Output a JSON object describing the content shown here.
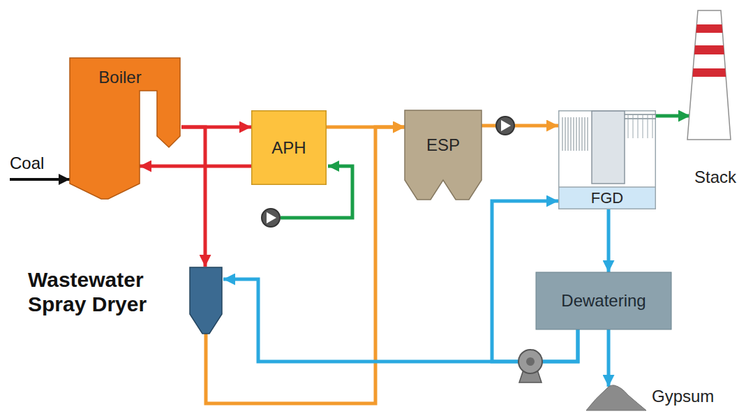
{
  "diagram": {
    "nodes": [
      {
        "text": [
          "Boiler"
        ]
      },
      {
        "text": [
          "APH"
        ]
      },
      {
        "text": [
          "ESP"
        ]
      },
      {
        "text": [
          "FGD"
        ]
      },
      {
        "text": [
          "Dewatering"
        ]
      },
      {
        "text": [
          "Wastewater Spray Dryer"
        ]
      },
      {
        "text": [
          "Stack"
        ]
      },
      {
        "text": [
          "Gypsum"
        ]
      }
    ],
    "edges": [
      {
        "from": 0,
        "to": 1,
        "arrow": "to"
      },
      {
        "from": 1,
        "to": 0,
        "arrow": "to"
      },
      {
        "from": 0,
        "to": 5,
        "arrow": "to"
      },
      {
        "from": 1,
        "to": 2,
        "arrow": "to"
      },
      {
        "from": 5,
        "to": 2,
        "arrow": "to"
      },
      {
        "from": 2,
        "to": 3,
        "arrow": "to"
      },
      {
        "from": 3,
        "to": 6,
        "arrow": "to"
      },
      {
        "from": 3,
        "to": 4,
        "arrow": "to"
      },
      {
        "from": 4,
        "to": 7,
        "arrow": "to"
      },
      {
        "from": 4,
        "to": 3,
        "arrow": "to"
      },
      {
        "from": 4,
        "to": 5,
        "arrow": "to"
      }
    ],
    "labels": [
      "Coal"
    ]
  }
}
